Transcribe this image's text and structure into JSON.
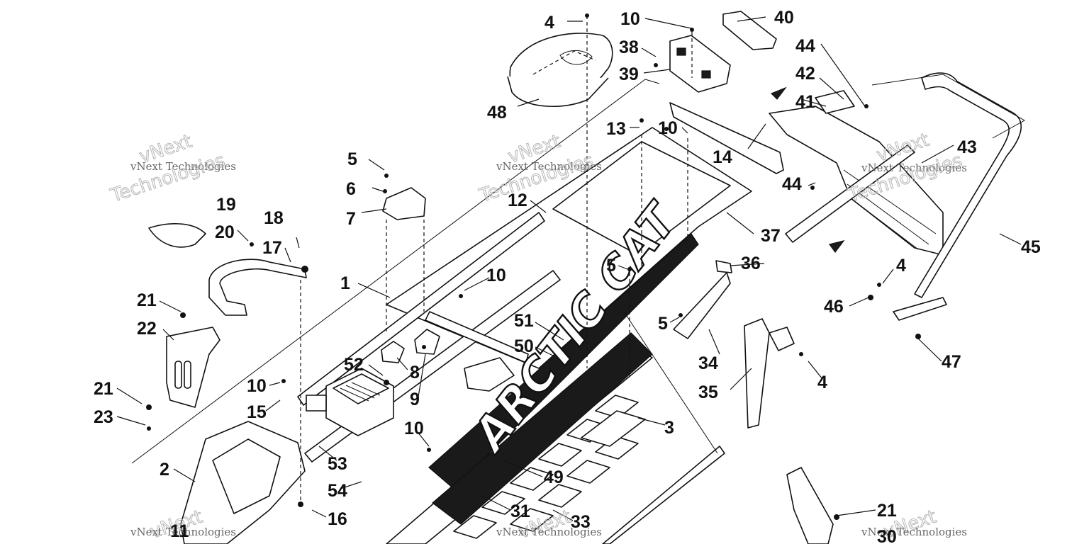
{
  "diagram": {
    "watermark": {
      "line1": "vNext",
      "line2": "vNext Technologies",
      "line3": "Technologies"
    },
    "logo_text": "ARCTIC CAT",
    "callouts": [
      {
        "id": "c-4a",
        "text": "4"
      },
      {
        "id": "c-10a",
        "text": "10"
      },
      {
        "id": "c-40",
        "text": "40"
      },
      {
        "id": "c-38",
        "text": "38"
      },
      {
        "id": "c-44a",
        "text": "44"
      },
      {
        "id": "c-39",
        "text": "39"
      },
      {
        "id": "c-42",
        "text": "42"
      },
      {
        "id": "c-41",
        "text": "41"
      },
      {
        "id": "c-48",
        "text": "48"
      },
      {
        "id": "c-13",
        "text": "13"
      },
      {
        "id": "c-10b",
        "text": "10"
      },
      {
        "id": "c-43",
        "text": "43"
      },
      {
        "id": "c-14",
        "text": "14"
      },
      {
        "id": "c-5a",
        "text": "5"
      },
      {
        "id": "c-6",
        "text": "6"
      },
      {
        "id": "c-44b",
        "text": "44"
      },
      {
        "id": "c-12",
        "text": "12"
      },
      {
        "id": "c-19",
        "text": "19"
      },
      {
        "id": "c-7",
        "text": "7"
      },
      {
        "id": "c-37",
        "text": "37"
      },
      {
        "id": "c-18",
        "text": "18"
      },
      {
        "id": "c-20",
        "text": "20"
      },
      {
        "id": "c-17",
        "text": "17"
      },
      {
        "id": "c-45",
        "text": "45"
      },
      {
        "id": "c-5b",
        "text": "5"
      },
      {
        "id": "c-36",
        "text": "36"
      },
      {
        "id": "c-4b",
        "text": "4"
      },
      {
        "id": "c-10c",
        "text": "10"
      },
      {
        "id": "c-1",
        "text": "1"
      },
      {
        "id": "c-46",
        "text": "46"
      },
      {
        "id": "c-21a",
        "text": "21"
      },
      {
        "id": "c-51",
        "text": "51"
      },
      {
        "id": "c-5c",
        "text": "5"
      },
      {
        "id": "c-22",
        "text": "22"
      },
      {
        "id": "c-50",
        "text": "50"
      },
      {
        "id": "c-47",
        "text": "47"
      },
      {
        "id": "c-34",
        "text": "34"
      },
      {
        "id": "c-52",
        "text": "52"
      },
      {
        "id": "c-8",
        "text": "8"
      },
      {
        "id": "c-4c",
        "text": "4"
      },
      {
        "id": "c-21b",
        "text": "21"
      },
      {
        "id": "c-10d",
        "text": "10"
      },
      {
        "id": "c-35",
        "text": "35"
      },
      {
        "id": "c-9",
        "text": "9"
      },
      {
        "id": "c-15",
        "text": "15"
      },
      {
        "id": "c-23",
        "text": "23"
      },
      {
        "id": "c-10e",
        "text": "10"
      },
      {
        "id": "c-3",
        "text": "3"
      },
      {
        "id": "c-53",
        "text": "53"
      },
      {
        "id": "c-2",
        "text": "2"
      },
      {
        "id": "c-49",
        "text": "49"
      },
      {
        "id": "c-54",
        "text": "54"
      },
      {
        "id": "c-31",
        "text": "31"
      },
      {
        "id": "c-16",
        "text": "16"
      },
      {
        "id": "c-33",
        "text": "33"
      },
      {
        "id": "c-21c",
        "text": "21"
      },
      {
        "id": "c-11",
        "text": "11"
      },
      {
        "id": "c-30",
        "text": "30"
      }
    ]
  }
}
